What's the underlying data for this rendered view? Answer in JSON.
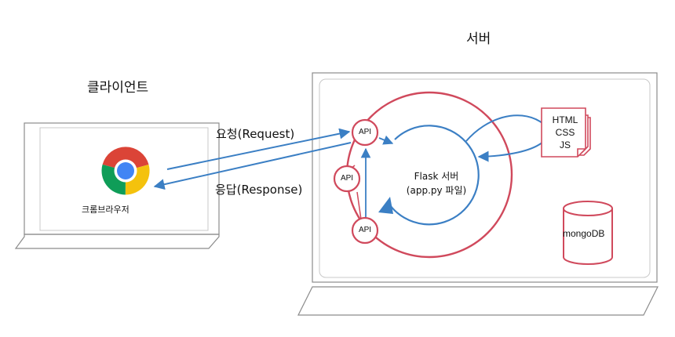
{
  "labels": {
    "client_title": "클라이언트",
    "server_title": "서버",
    "request": "요청(Request)",
    "response": "응답(Response)",
    "browser": "크롬브라우저",
    "flask_line1": "Flask 서버",
    "flask_line2": "(app.py 파일)",
    "files": [
      "HTML",
      "CSS",
      "JS"
    ],
    "database": "mongoDB",
    "api": [
      "API",
      "API",
      "API"
    ]
  },
  "colors": {
    "red": "#d0495c",
    "blue": "#3b7fc4",
    "gray": "#8c8c8c"
  },
  "icons": {
    "browser": "chrome-icon",
    "client_device": "laptop-icon",
    "server_device": "laptop-icon",
    "files": "document-stack-icon",
    "database": "database-cylinder-icon"
  }
}
